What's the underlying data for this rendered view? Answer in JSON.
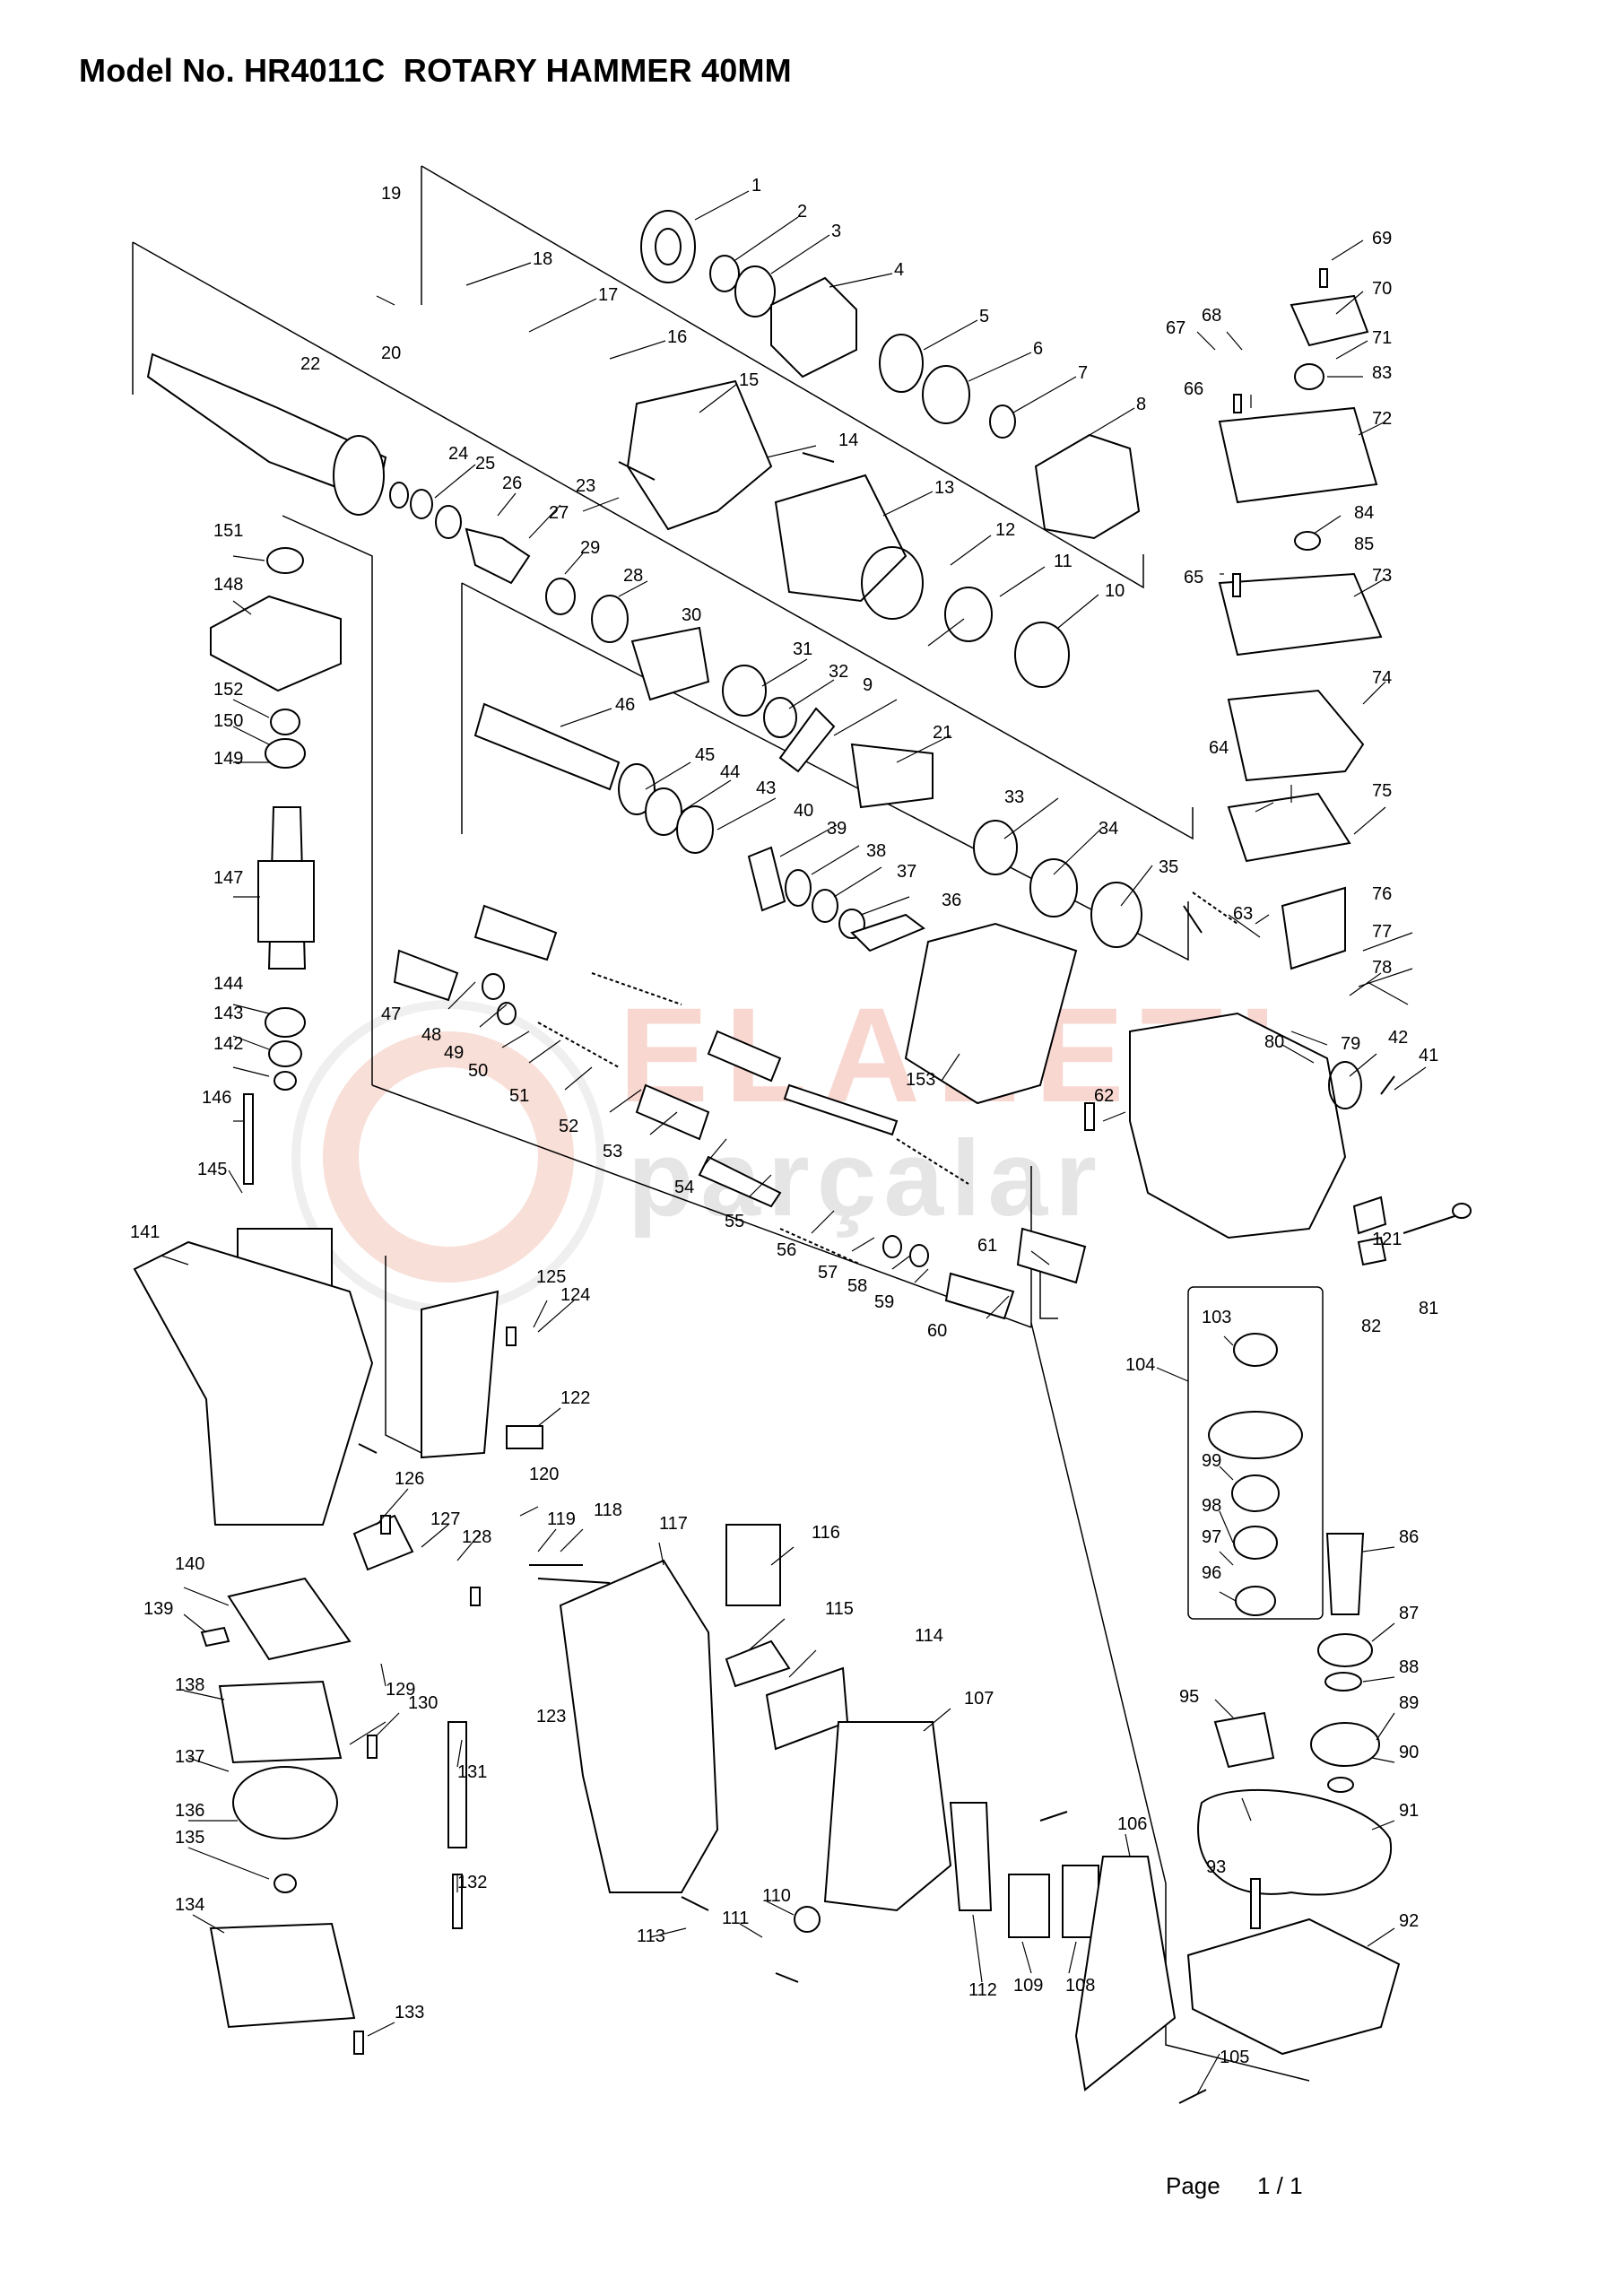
{
  "header": {
    "title": "Model No. HR4011C  ROTARY HAMMER 40MM"
  },
  "footer": {
    "page_label": "Page",
    "page_number": "1 / 1"
  },
  "watermark": {
    "line1": "ELALETI",
    "line2": "parçalar"
  },
  "callouts": [
    "1",
    "2",
    "3",
    "4",
    "5",
    "6",
    "7",
    "8",
    "9",
    "10",
    "11",
    "12",
    "13",
    "14",
    "15",
    "16",
    "17",
    "18",
    "19",
    "20",
    "21",
    "22",
    "23",
    "24",
    "25",
    "26",
    "27",
    "28",
    "29",
    "30",
    "31",
    "32",
    "33",
    "34",
    "35",
    "36",
    "37",
    "38",
    "39",
    "40",
    "41",
    "42",
    "43",
    "44",
    "45",
    "46",
    "47",
    "48",
    "49",
    "50",
    "51",
    "52",
    "53",
    "54",
    "55",
    "56",
    "57",
    "58",
    "59",
    "60",
    "61",
    "62",
    "63",
    "64",
    "65",
    "66",
    "67",
    "68",
    "69",
    "70",
    "71",
    "72",
    "73",
    "74",
    "75",
    "76",
    "77",
    "78",
    "79",
    "80",
    "81",
    "82",
    "83",
    "84",
    "85",
    "86",
    "87",
    "88",
    "89",
    "90",
    "91",
    "92",
    "93",
    "95",
    "96",
    "97",
    "98",
    "99",
    "103",
    "104",
    "105",
    "106",
    "107",
    "108",
    "109",
    "110",
    "111",
    "112",
    "113",
    "114",
    "115",
    "116",
    "117",
    "118",
    "119",
    "120",
    "121",
    "122",
    "123",
    "124",
    "125",
    "126",
    "127",
    "128",
    "129",
    "130",
    "131",
    "132",
    "133",
    "134",
    "135",
    "136",
    "137",
    "138",
    "139",
    "140",
    "141",
    "142",
    "143",
    "144",
    "145",
    "146",
    "147",
    "148",
    "149",
    "150",
    "151",
    "152",
    "153"
  ]
}
